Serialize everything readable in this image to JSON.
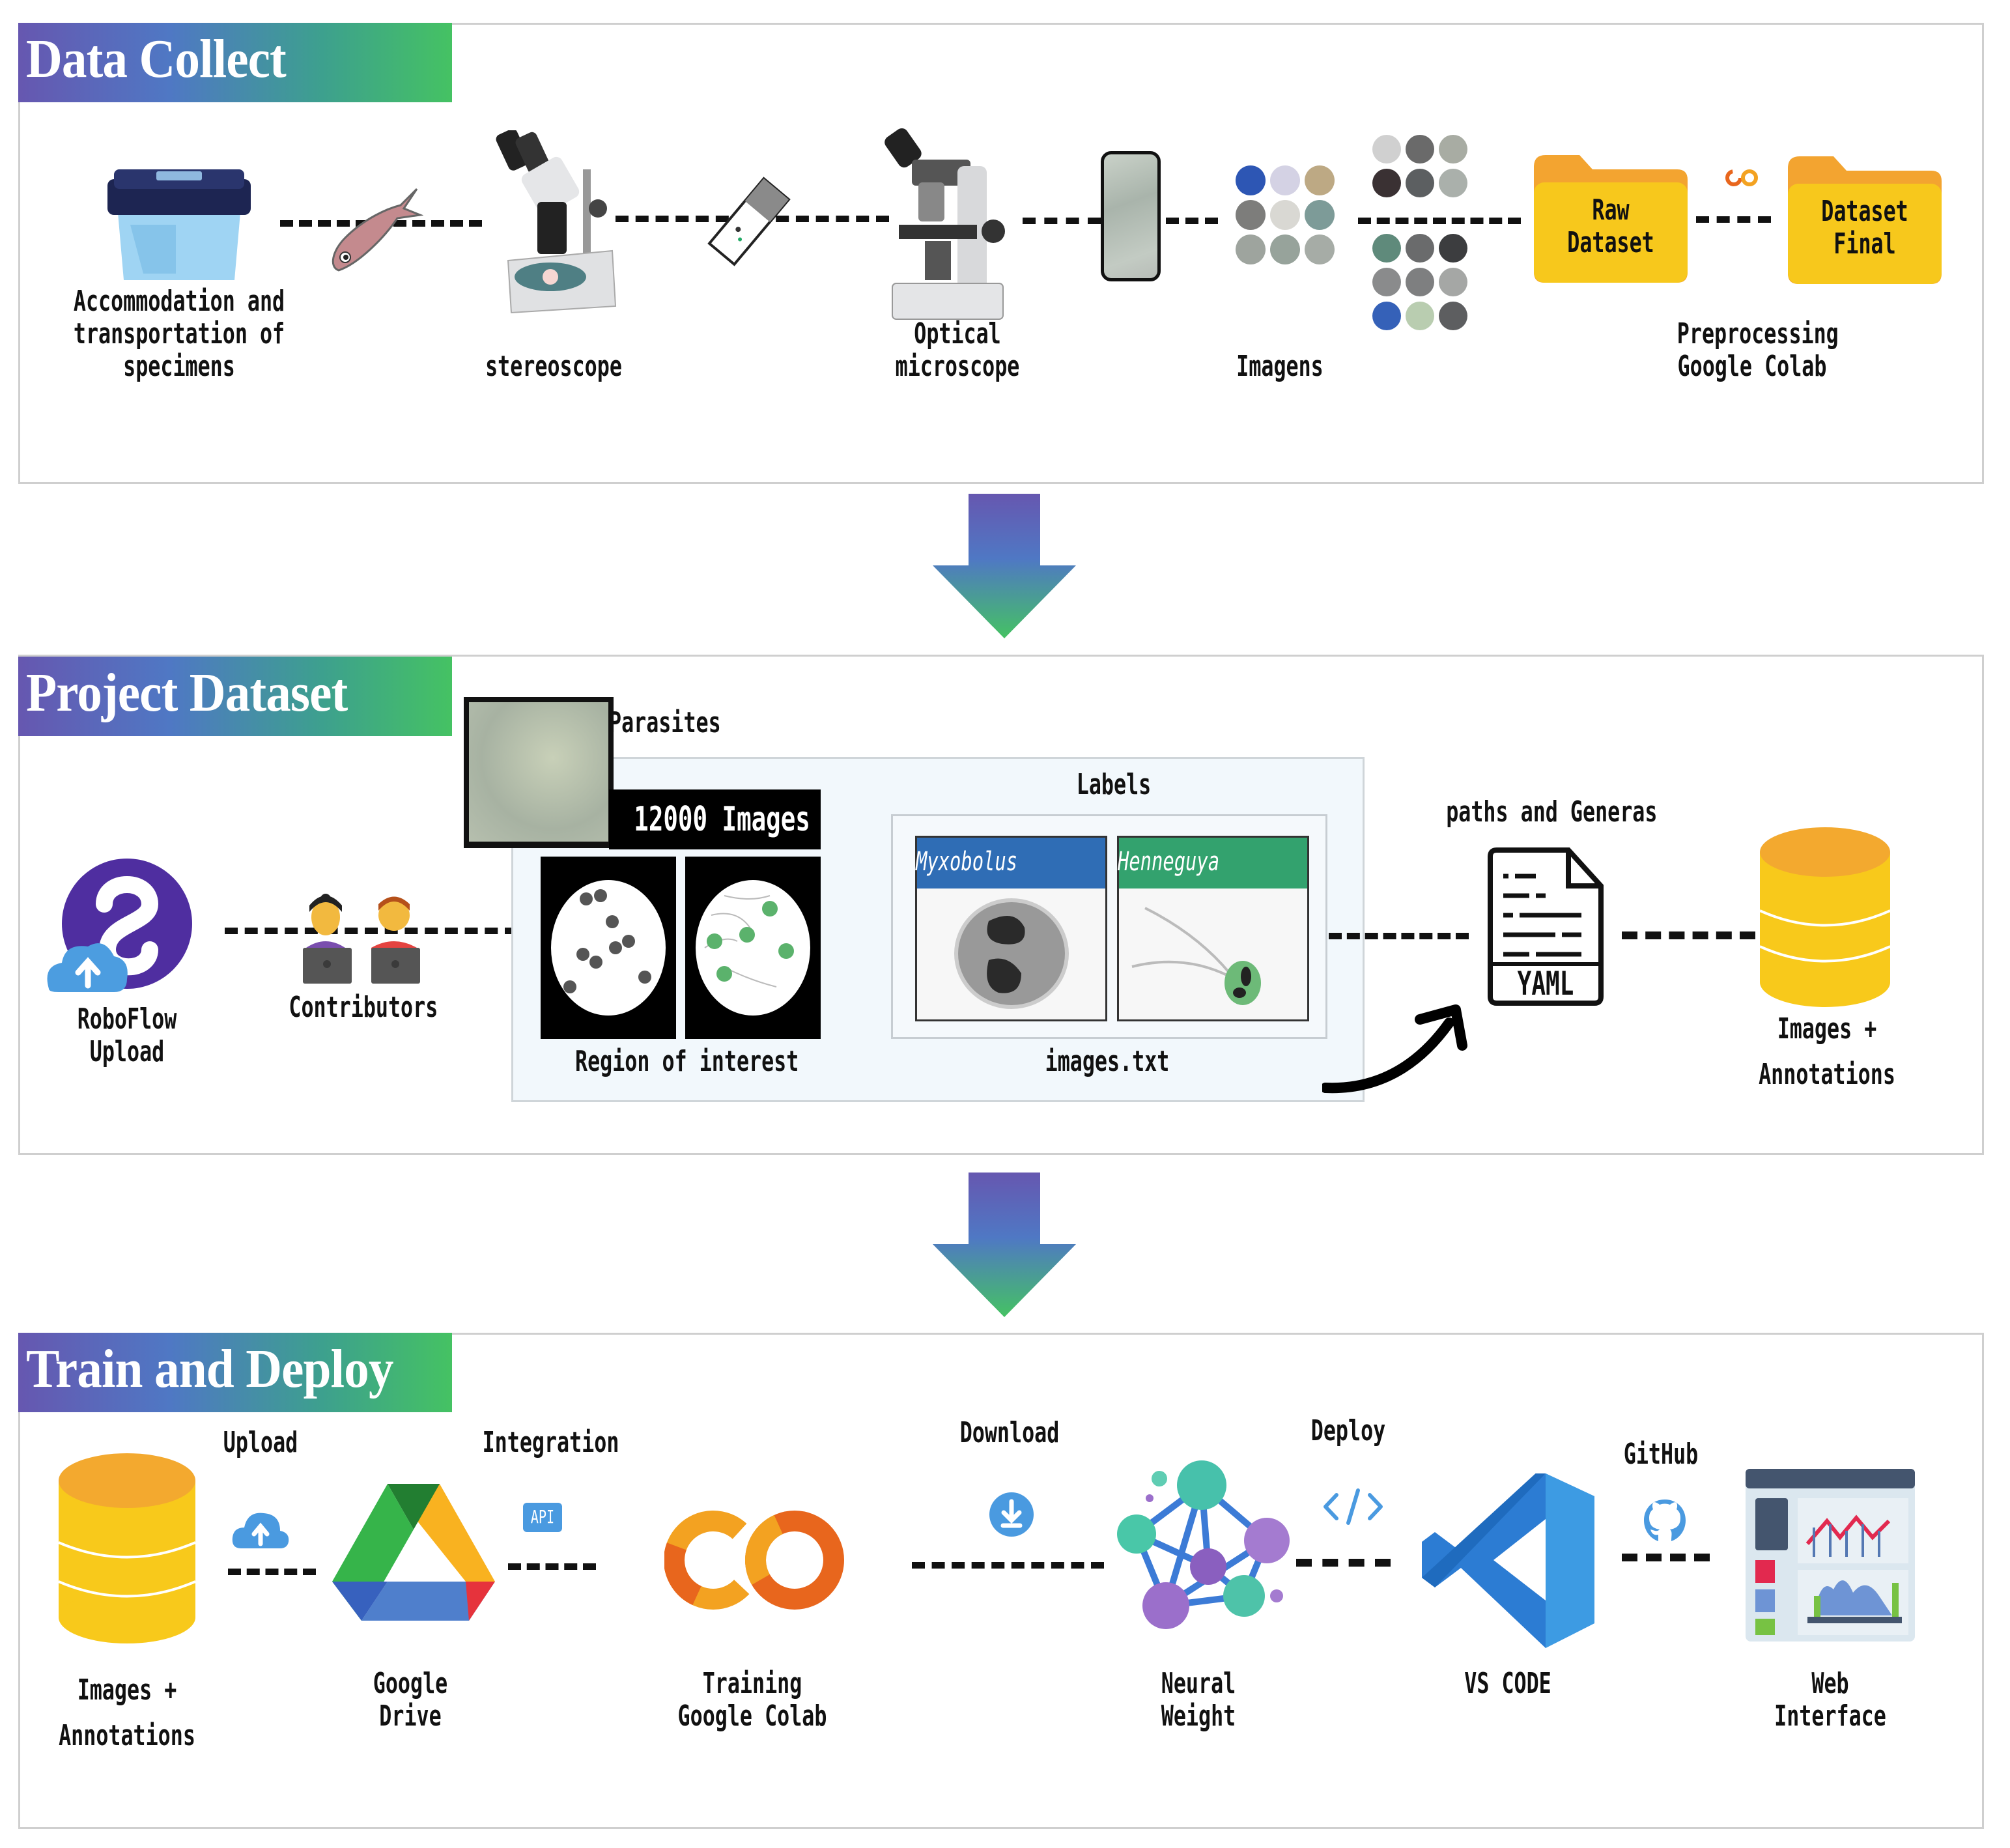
{
  "sections": {
    "data_collect": {
      "title": "Data Collect",
      "steps": [
        {
          "icon": "storage-box-icon",
          "label": "Accommodation and\ntransportation of\nspecimens"
        },
        {
          "icon": "fish-icon",
          "label": ""
        },
        {
          "icon": "stereoscope-icon",
          "label": "stereoscope"
        },
        {
          "icon": "microscope-slide-icon",
          "label": ""
        },
        {
          "icon": "optical-microscope-icon",
          "label": "Optical\nmicroscope"
        },
        {
          "icon": "smartphone-icon",
          "label": ""
        },
        {
          "icon": "image-grid-icon",
          "label": "Imagens"
        },
        {
          "icon": "image-grid-icon",
          "label": ""
        }
      ],
      "folders": {
        "raw": "Raw\nDataset",
        "final": "Dataset\nFinal",
        "process_label": "Preprocessing\nGoogle Colab"
      }
    },
    "project_dataset": {
      "title": "Project Dataset",
      "roboflow_label": "RoboFlow\nUpload",
      "contributors_label": "Contributors",
      "parasites_label": "Parasites",
      "images_count_label": "12000 Images",
      "roi_label": "Region of interest",
      "labels_title": "Labels",
      "classes": [
        {
          "name": "Myxobolus",
          "color": "#2f6db5"
        },
        {
          "name": "Henneguya",
          "color": "#33a26e"
        }
      ],
      "images_txt_label": "images.txt",
      "yaml_caption": "paths and Generas",
      "yaml_badge": "YAML",
      "db_label": "Images +\nAnnotations"
    },
    "train_deploy": {
      "title": "Train and Deploy",
      "db_label": "Images +\nAnnotations",
      "upload_label": "Upload",
      "drive_label": "Google\nDrive",
      "integration_label": "Integration",
      "api_badge": "API",
      "colab_label": "Training\nGoogle Colab",
      "download_label": "Download",
      "weights_label": "Neural\nWeight",
      "deploy_label": "Deploy",
      "vscode_label": "VS CODE",
      "github_label": "GitHub",
      "web_label": "Web\nInterface"
    }
  },
  "colors": {
    "gradient_start": "#6657b0",
    "gradient_mid": "#4f78c4",
    "gradient_end": "#45c263",
    "folder_yellow": "#f7c81c",
    "folder_tab": "#f3a430",
    "db_top": "#f3a92f",
    "db_body": "#f8c91b"
  }
}
